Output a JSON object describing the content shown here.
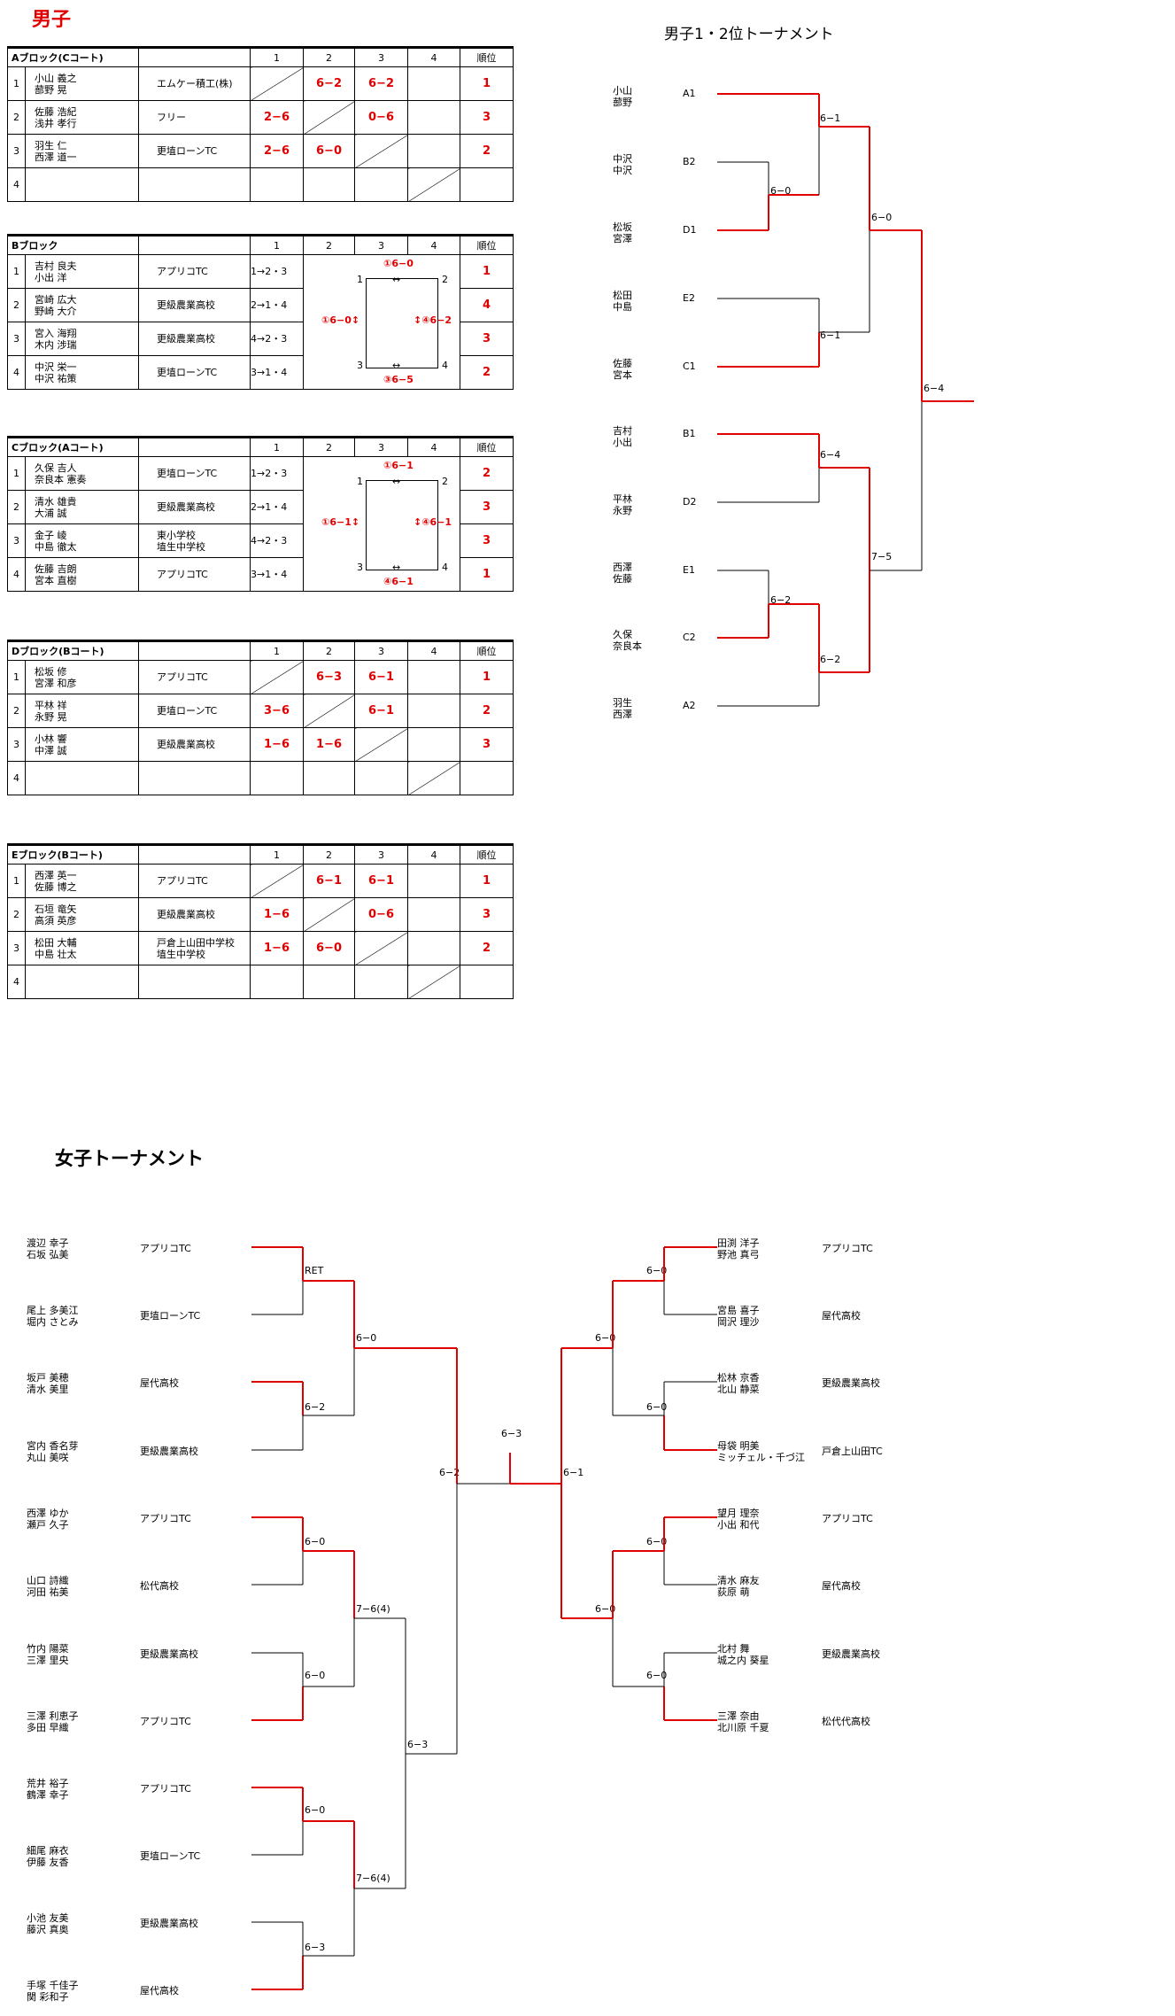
{
  "men_title": "男子",
  "header": {
    "c1": "1",
    "c2": "2",
    "c3": "3",
    "c4": "4",
    "rank": "順位"
  },
  "blocks": [
    {
      "title": "Aブロック(Cコート)",
      "players": [
        {
          "no": "1",
          "names": "小山 義之\n蔀野 晃",
          "club": "エムケー積工(株)",
          "s1": "",
          "s2": "6−2",
          "s3": "6−2",
          "s4": "",
          "rank": "1"
        },
        {
          "no": "2",
          "names": "佐藤 浩紀\n浅井 孝行",
          "club": "フリー",
          "s1": "2−6",
          "s2": "",
          "s3": "0−6",
          "s4": "",
          "rank": "3"
        },
        {
          "no": "3",
          "names": "羽生 仁\n西澤 道一",
          "club": "更埴ローンTC",
          "s1": "2−6",
          "s2": "6−0",
          "s3": "",
          "s4": "",
          "rank": "2"
        },
        {
          "no": "4",
          "names": "",
          "club": "",
          "s1": "",
          "s2": "",
          "s3": "",
          "s4": "",
          "rank": ""
        }
      ]
    },
    {
      "title": "Bブロック",
      "players": [
        {
          "no": "1",
          "names": "吉村 良夫\n小出 洋",
          "club": "アプリコTC",
          "rot": "1→2・3",
          "rank": "1"
        },
        {
          "no": "2",
          "names": "宮崎 広大\n野崎 大介",
          "club": "更級農業高校",
          "rot": "2→1・4",
          "rank": "4"
        },
        {
          "no": "3",
          "names": "宮入 海翔\n木内 涉瑞",
          "club": "更級農業高校",
          "rot": "4→2・3",
          "rank": "3"
        },
        {
          "no": "4",
          "names": "中沢 栄一\n中沢 祐策",
          "club": "更埴ローンTC",
          "rot": "3→1・4",
          "rank": "2"
        }
      ],
      "rr": {
        "top": "①6−0",
        "left": "①6−0↕",
        "right": "↕④6−2",
        "bottom": "③6−5",
        "n1": "1",
        "n2": "2",
        "n3": "3",
        "n4": "4",
        "arrow": "↔"
      }
    },
    {
      "title": "Cブロック(Aコート)",
      "players": [
        {
          "no": "1",
          "names": "久保 吉人\n奈良本 憲奏",
          "club": "更埴ローンTC",
          "rot": "1→2・3",
          "rank": "2"
        },
        {
          "no": "2",
          "names": "清水 雄貴\n大浦 誠",
          "club": "更級農業高校",
          "rot": "2→1・4",
          "rank": "3"
        },
        {
          "no": "3",
          "names": "金子 崚\n中島 徹太",
          "club": "東小学校\n埴生中学校",
          "rot": "4→2・3",
          "rank": "3"
        },
        {
          "no": "4",
          "names": "佐藤 吉朗\n宮本 直樹",
          "club": "アプリコTC",
          "rot": "3→1・4",
          "rank": "1"
        }
      ],
      "rr": {
        "top": "①6−1",
        "left": "①6−1↕",
        "right": "↕④6−1",
        "bottom": "④6−1",
        "n1": "1",
        "n2": "2",
        "n3": "3",
        "n4": "4",
        "arrow": "↔"
      }
    },
    {
      "title": "Dブロック(Bコート)",
      "players": [
        {
          "no": "1",
          "names": "松坂 修\n宮澤 和彦",
          "club": "アプリコTC",
          "s1": "",
          "s2": "6−3",
          "s3": "6−1",
          "s4": "",
          "rank": "1"
        },
        {
          "no": "2",
          "names": "平林 祥\n永野 晃",
          "club": "更埴ローンTC",
          "s1": "3−6",
          "s2": "",
          "s3": "6−1",
          "s4": "",
          "rank": "2"
        },
        {
          "no": "3",
          "names": "小林 響\n中澤 誠",
          "club": "更級農業高校",
          "s1": "1−6",
          "s2": "1−6",
          "s3": "",
          "s4": "",
          "rank": "3"
        },
        {
          "no": "4",
          "names": "",
          "club": "",
          "s1": "",
          "s2": "",
          "s3": "",
          "s4": "",
          "rank": ""
        }
      ]
    },
    {
      "title": "Eブロック(Bコート)",
      "players": [
        {
          "no": "1",
          "names": "西澤 英一\n佐藤 博之",
          "club": "アプリコTC",
          "s1": "",
          "s2": "6−1",
          "s3": "6−1",
          "s4": "",
          "rank": "1"
        },
        {
          "no": "2",
          "names": "石垣 竜矢\n高須 英彦",
          "club": "更級農業高校",
          "s1": "1−6",
          "s2": "",
          "s3": "0−6",
          "s4": "",
          "rank": "3"
        },
        {
          "no": "3",
          "names": "松田 大輔\n中島 壮太",
          "club": "戸倉上山田中学校\n埴生中学校",
          "s1": "1−6",
          "s2": "6−0",
          "s3": "",
          "s4": "",
          "rank": "2"
        },
        {
          "no": "4",
          "names": "",
          "club": "",
          "s1": "",
          "s2": "",
          "s3": "",
          "s4": "",
          "rank": ""
        }
      ]
    }
  ],
  "men_tournament": {
    "title": "男子1・2位トーナメント",
    "entries": [
      {
        "names": "小山\n蔀野",
        "seed": "A1"
      },
      {
        "names": "中沢\n中沢",
        "seed": "B2"
      },
      {
        "names": "松坂\n宮澤",
        "seed": "D1"
      },
      {
        "names": "松田\n中島",
        "seed": "E2"
      },
      {
        "names": "佐藤\n宮本",
        "seed": "C1"
      },
      {
        "names": "吉村\n小出",
        "seed": "B1"
      },
      {
        "names": "平林\n永野",
        "seed": "D2"
      },
      {
        "names": "西澤\n佐藤",
        "seed": "E1"
      },
      {
        "names": "久保\n奈良本",
        "seed": "C2"
      },
      {
        "names": "羽生\n西澤",
        "seed": "A2"
      }
    ],
    "scores": [
      "6−0",
      "6−1",
      "6−1",
      "6−0",
      "6−2",
      "6−4",
      "6−2",
      "7−5",
      "6−4"
    ]
  },
  "women_tournament": {
    "title": "女子トーナメント",
    "left": [
      {
        "names": "渡辺 幸子\n石坂 弘美",
        "club": "アプリコTC"
      },
      {
        "names": "尾上 多美江\n堀内 さとみ",
        "club": "更埴ローンTC"
      },
      {
        "names": "坂戸 美穂\n清水 美里",
        "club": "屋代高校"
      },
      {
        "names": "宮内 香名芽\n丸山 美咲",
        "club": "更級農業高校"
      },
      {
        "names": "西澤 ゆか\n瀬戸 久子",
        "club": "アプリコTC"
      },
      {
        "names": "山口 詩織\n河田 祐美",
        "club": "松代高校"
      },
      {
        "names": "竹内 陽菜\n三澤 里央",
        "club": "更級農業高校"
      },
      {
        "names": "三澤 利恵子\n多田 早織",
        "club": "アプリコTC"
      },
      {
        "names": "荒井 裕子\n鶴澤 幸子",
        "club": "アプリコTC"
      },
      {
        "names": "細尾 麻衣\n伊藤 友香",
        "club": "更埴ローンTC"
      },
      {
        "names": "小池 友美\n藤沢 真奥",
        "club": "更級農業高校"
      },
      {
        "names": "手塚 千佳子\n関 彩和子",
        "club": "屋代高校"
      }
    ],
    "right": [
      {
        "names": "田渕 洋子\n野池 真弓",
        "club": "アプリコTC"
      },
      {
        "names": "宮島 喜子\n岡沢 理沙",
        "club": "屋代高校"
      },
      {
        "names": "松林 京香\n北山 静菜",
        "club": "更級農業高校"
      },
      {
        "names": "母袋 明美\nミッチェル・千づ江",
        "club": "戸倉上山田TC"
      },
      {
        "names": "望月 理奈\n小出 和代",
        "club": "アプリコTC"
      },
      {
        "names": "清水 麻友\n荻原 萌",
        "club": "屋代高校"
      },
      {
        "names": "北村 舞\n城之内 葵星",
        "club": "更級農業高校"
      },
      {
        "names": "三澤 奈由\n北川原 千夏",
        "club": "松代代高校"
      }
    ],
    "scores": {
      "l1": "RET",
      "l2": "6−2",
      "l3": "6−0",
      "l4": "6−0",
      "l5": "6−0",
      "l6": "7−6(4)",
      "l7": "6−3",
      "l8": "6−0",
      "l9": "7−6(4)",
      "l10": "6−3",
      "l11": "6−2",
      "r1": "6−0",
      "r2": "6−0",
      "r3": "6−0",
      "r4": "6−0",
      "r5": "6−0",
      "r6": "6−0",
      "r7": "6−1",
      "final": "6−3"
    }
  }
}
